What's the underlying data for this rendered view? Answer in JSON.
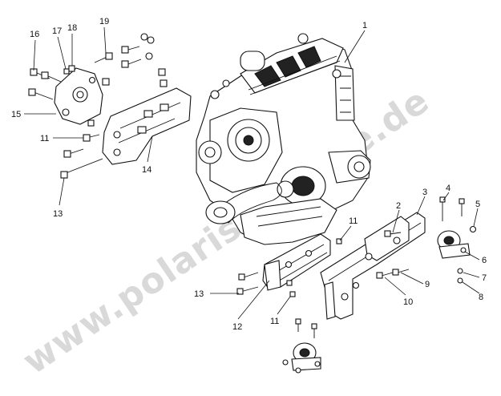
{
  "watermark": "www.polarisparteile.de",
  "callouts": [
    {
      "id": "c1",
      "label": "1"
    },
    {
      "id": "c2",
      "label": "2"
    },
    {
      "id": "c3",
      "label": "3"
    },
    {
      "id": "c4",
      "label": "4"
    },
    {
      "id": "c5",
      "label": "5"
    },
    {
      "id": "c6",
      "label": "6"
    },
    {
      "id": "c7",
      "label": "7"
    },
    {
      "id": "c8",
      "label": "8"
    },
    {
      "id": "c9",
      "label": "9"
    },
    {
      "id": "c10",
      "label": "10"
    },
    {
      "id": "c11a",
      "label": "11"
    },
    {
      "id": "c11b",
      "label": "11"
    },
    {
      "id": "c11c",
      "label": "11"
    },
    {
      "id": "c12",
      "label": "12"
    },
    {
      "id": "c13a",
      "label": "13"
    },
    {
      "id": "c13b",
      "label": "13"
    },
    {
      "id": "c14",
      "label": "14"
    },
    {
      "id": "c15",
      "label": "15"
    },
    {
      "id": "c16",
      "label": "16"
    },
    {
      "id": "c17",
      "label": "17"
    },
    {
      "id": "c18",
      "label": "18"
    },
    {
      "id": "c19",
      "label": "19"
    }
  ]
}
